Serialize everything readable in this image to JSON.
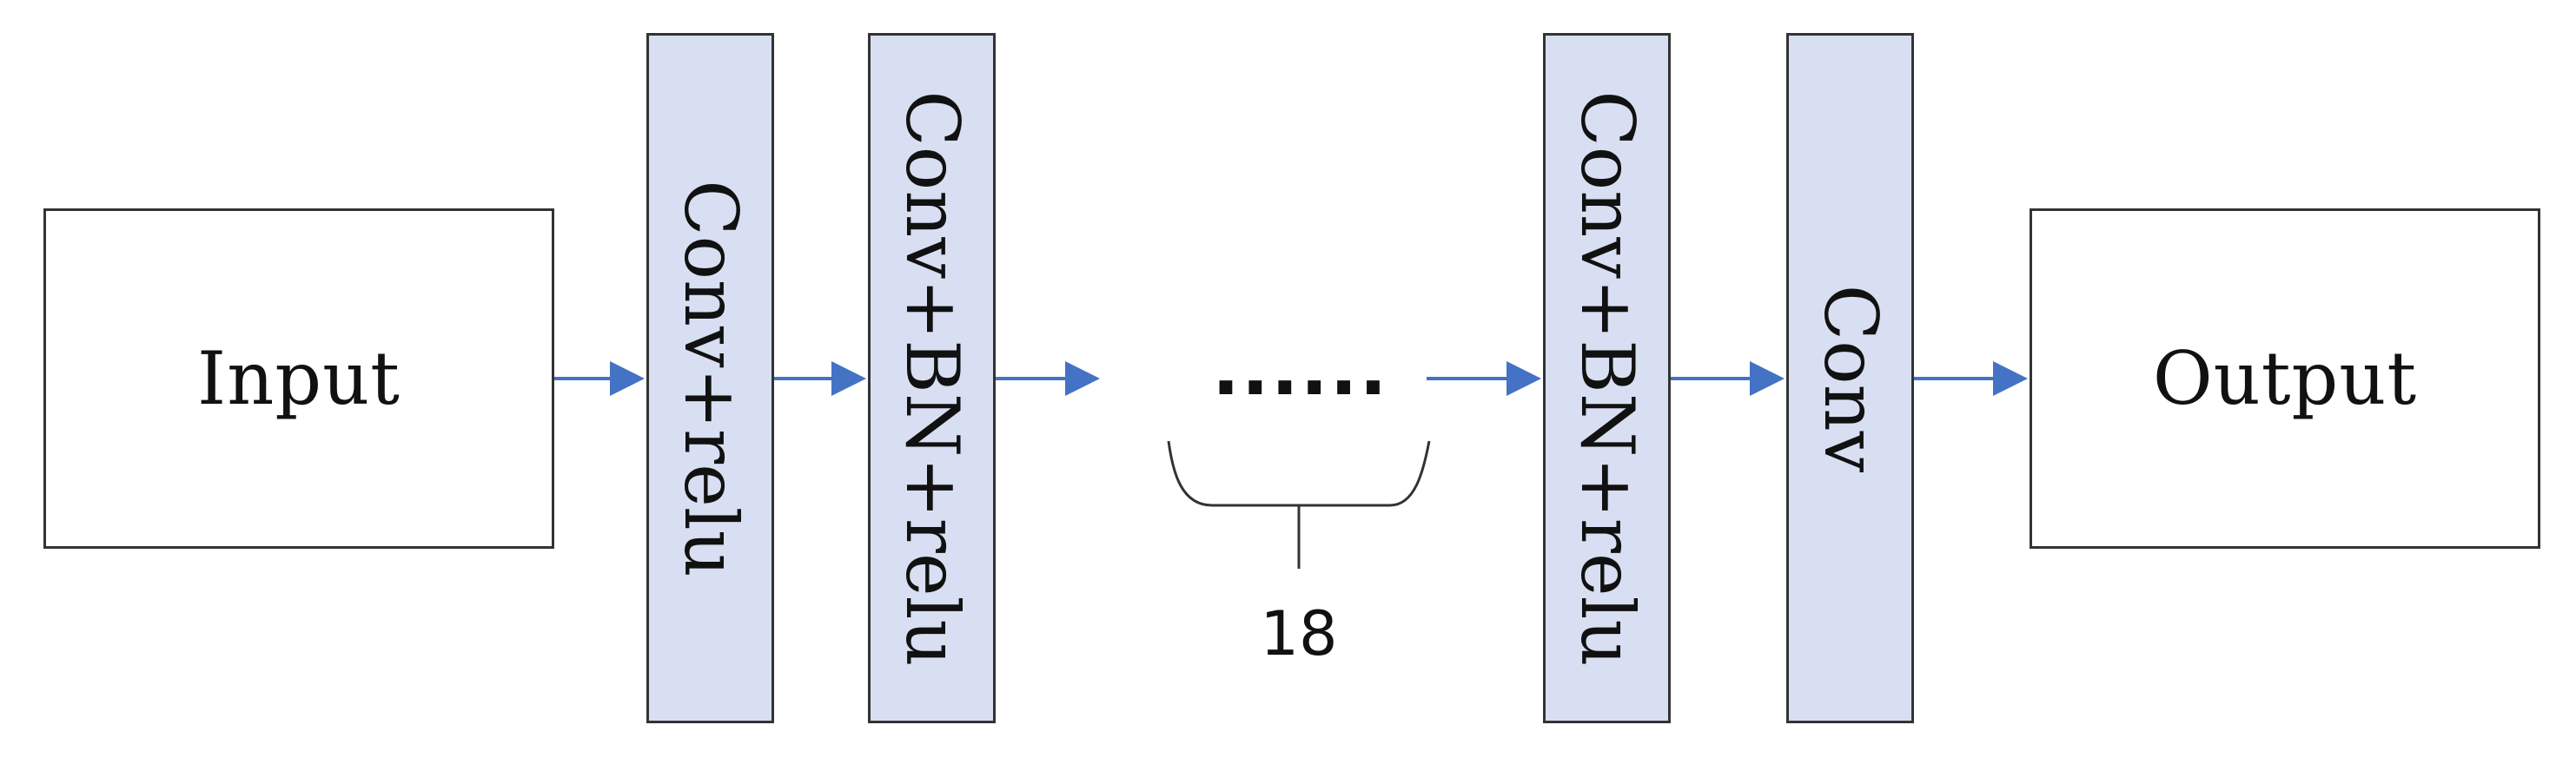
{
  "nodes": {
    "input": "Input",
    "conv_relu": "Conv+relu",
    "conv_bn_relu_first": "Conv+BN+relu",
    "ellipsis": "......",
    "conv_bn_relu_last": "Conv+BN+relu",
    "conv": "Conv",
    "output": "Output"
  },
  "repeat_count": "18",
  "colors": {
    "layer_fill": "#d9dff2",
    "arrow": "#4472c4",
    "border": "#333333"
  }
}
